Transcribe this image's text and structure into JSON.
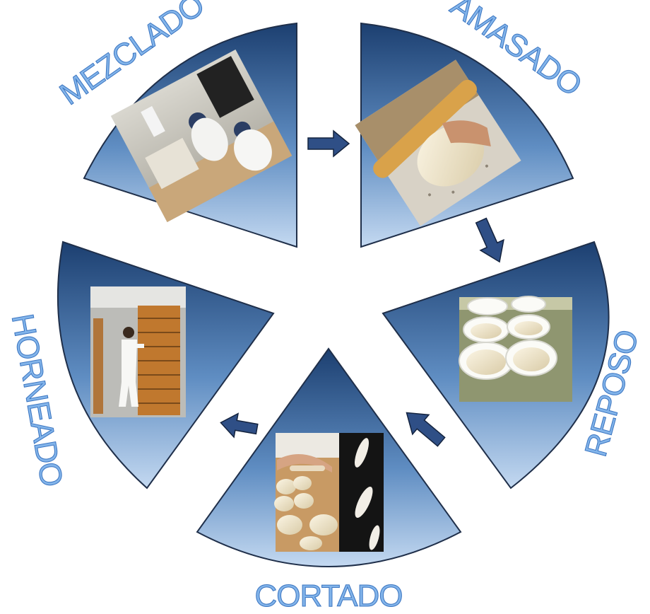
{
  "title": "",
  "colors": {
    "sector_dark": "#1c3f70",
    "sector_mid": "#5f8dc2",
    "sector_light": "#b8d0ee",
    "sector_stroke": "#1f2f4a",
    "arrow_fill": "#2f4f86",
    "label_fill": "#7fb0e6",
    "label_stroke": "#3a74c0"
  },
  "steps": [
    {
      "label": "MEZCLADO",
      "photo_icon": "mixing-photo"
    },
    {
      "label": "AMASADO",
      "photo_icon": "kneading-photo"
    },
    {
      "label": "REPOSO",
      "photo_icon": "resting-dough-photo"
    },
    {
      "label": "CORTADO",
      "photo_icon": "shaping-dough-photo"
    },
    {
      "label": "HORNEADO",
      "photo_icon": "baking-oven-photo"
    }
  ],
  "arrows": [
    {
      "from": "MEZCLADO",
      "to": "AMASADO",
      "icon": "arrow-right-icon"
    },
    {
      "from": "AMASADO",
      "to": "REPOSO",
      "icon": "arrow-down-icon"
    },
    {
      "from": "REPOSO",
      "to": "CORTADO",
      "icon": "arrow-down-left-icon"
    },
    {
      "from": "CORTADO",
      "to": "HORNEADO",
      "icon": "arrow-left-icon"
    }
  ]
}
